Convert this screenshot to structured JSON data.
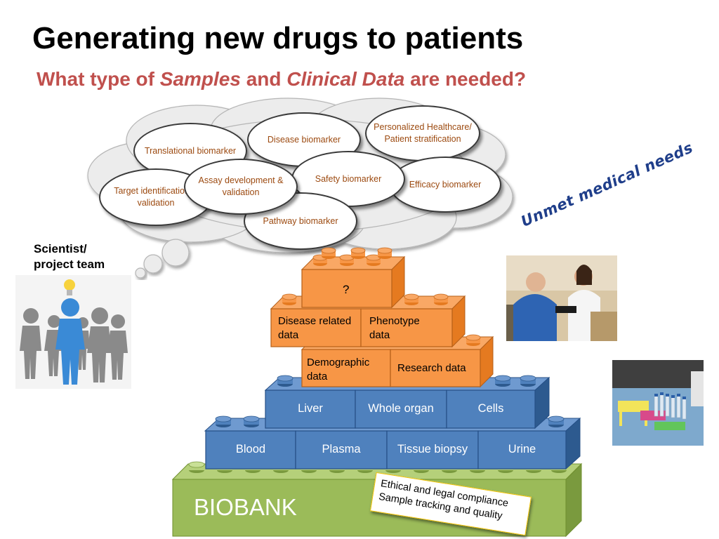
{
  "title": "Generating new drugs to patients",
  "subtitle": {
    "part1": "What type of ",
    "samples": "Samples",
    "part2": " and ",
    "clinical": "Clinical Data",
    "part3": " are needed?"
  },
  "thought_bubbles": {
    "personalized": "Personalized Healthcare/ Patient stratification",
    "disease": "Disease biomarker",
    "translational": "Translational biomarker",
    "efficacy": "Efficacy biomarker",
    "safety": "Safety biomarker",
    "assay": "Assay development & validation",
    "target": "Target identification & validation",
    "pathway": "Pathway biomarker"
  },
  "scientist_label": "Scientist/ project team",
  "unmet_label": "Unmet medical needs",
  "data_bricks": {
    "question": "?",
    "disease_related": "Disease related data",
    "phenotype": "Phenotype data",
    "demographic": "Demographic data",
    "research": "Research data"
  },
  "sample_bricks": {
    "liver": "Liver",
    "whole_organ": "Whole organ",
    "cells": "Cells",
    "blood": "Blood",
    "plasma": "Plasma",
    "tissue": "Tissue biopsy",
    "urine": "Urine"
  },
  "biobank_label": "BIOBANK",
  "note": {
    "line1": "Ethical and legal compliance",
    "line2": "Sample tracking and quality"
  },
  "colors": {
    "title": "#000000",
    "subtitle": "#c0504d",
    "bubble_text": "#9c4a10",
    "orange_brick": "#f79646",
    "blue_brick": "#4f81bd",
    "green_brick": "#9bbb59",
    "unmet_text": "#1f3e8a"
  }
}
